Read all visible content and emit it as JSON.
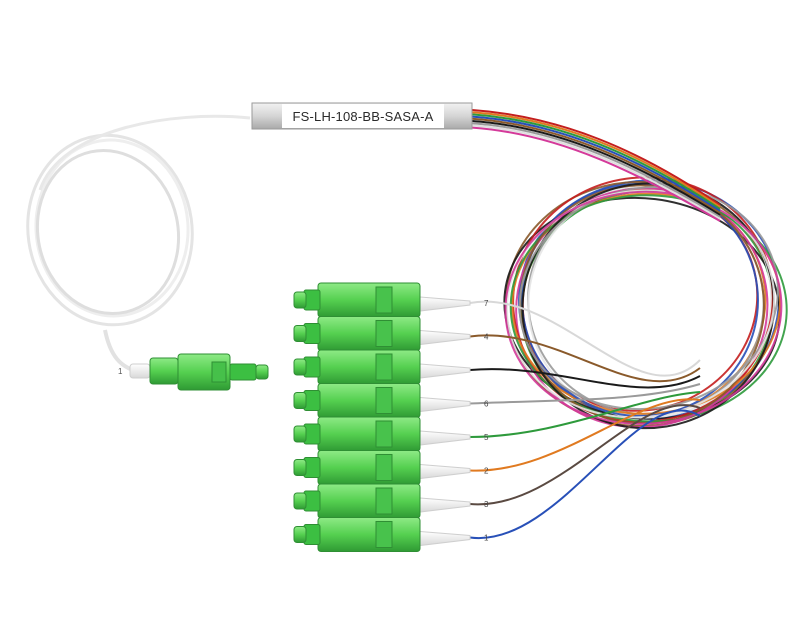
{
  "product": {
    "model_label": "FS-LH-108-BB-SASA-A"
  },
  "input_leg": {
    "number": "1"
  },
  "output_legs": [
    {
      "number": "7",
      "fiber_color": "#f0f0f0"
    },
    {
      "number": "4",
      "fiber_color": "#8a5a2b"
    },
    {
      "number": "",
      "fiber_color": "#1a1a1a"
    },
    {
      "number": "6",
      "fiber_color": "#9a9a9a"
    },
    {
      "number": "5",
      "fiber_color": "#2e9a3c"
    },
    {
      "number": "2",
      "fiber_color": "#e07a20"
    },
    {
      "number": "3",
      "fiber_color": "#5a4a42"
    },
    {
      "number": "1",
      "fiber_color": "#2850b8"
    }
  ],
  "colors": {
    "connector_green": "#5ad45a",
    "connector_green_dark": "#36a33c",
    "connector_green_light": "#8eea86",
    "housing_silver": "#d9d9d9",
    "jacket_white": "#f4f4f4"
  },
  "ribbon_colors": [
    "#c41e1e",
    "#e07a20",
    "#2e9a3c",
    "#2850b8",
    "#8a5a2b",
    "#1a1a1a",
    "#9a9a9a",
    "#ffffff",
    "#d43a9a"
  ]
}
